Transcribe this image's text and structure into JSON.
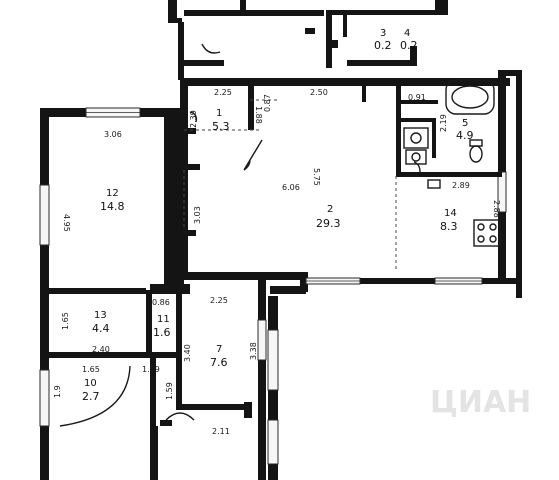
{
  "rooms": [
    {
      "number": "1",
      "area": "5.3"
    },
    {
      "number": "2",
      "area": "29.3"
    },
    {
      "number": "3",
      "area": "0.2"
    },
    {
      "number": "4",
      "area": "0.2"
    },
    {
      "number": "5",
      "area": "4.9"
    },
    {
      "number": "7",
      "area": "7.6"
    },
    {
      "number": "10",
      "area": "2.7"
    },
    {
      "number": "11",
      "area": "1.6"
    },
    {
      "number": "12",
      "area": "14.8"
    },
    {
      "number": "13",
      "area": "4.4"
    },
    {
      "number": "14",
      "area": "8.3"
    }
  ],
  "dimensions": [
    "3.06",
    "4.95",
    "2.25",
    "2.50",
    "1.88",
    "0.87",
    "2.39",
    "6.06",
    "5.75",
    "3.03",
    "0.91",
    "2.19",
    "2.89",
    "2.88",
    "0.86",
    "1.65",
    "2.40",
    "2.25",
    "3.40",
    "3.38",
    "1.65",
    "1.59",
    "1.59",
    "2.11",
    "1.9"
  ],
  "watermark": "ЦИАН"
}
